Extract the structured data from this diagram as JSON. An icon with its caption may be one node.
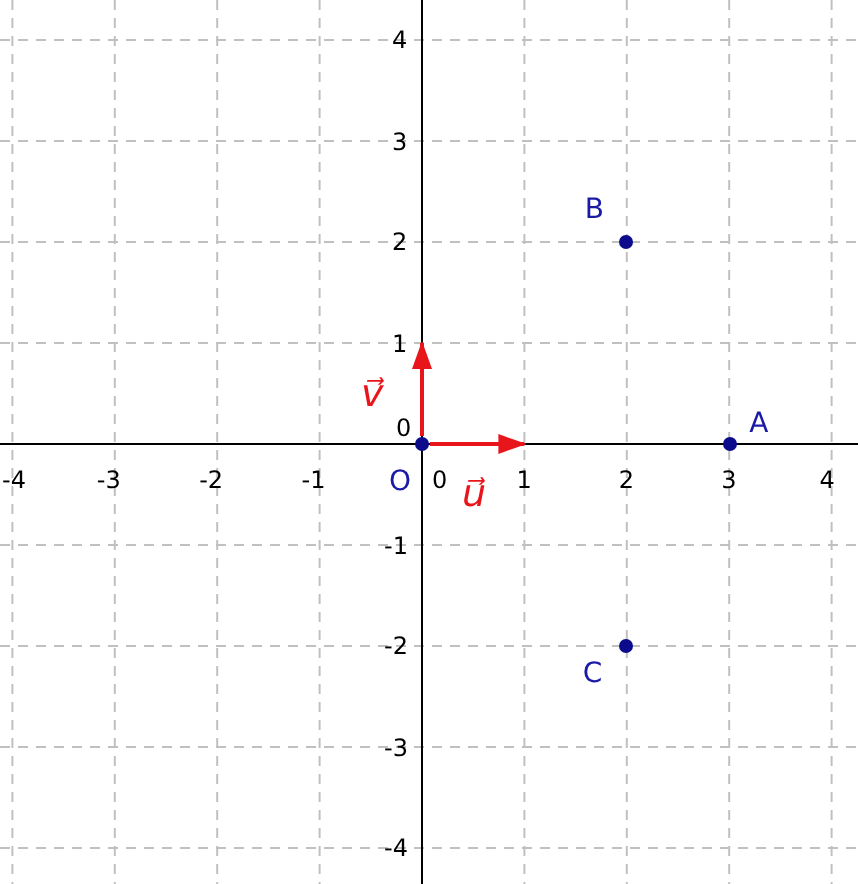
{
  "diagram": {
    "nodes": [
      {
        "text": [
          "O"
        ]
      },
      {
        "text": [
          "A"
        ]
      },
      {
        "text": [
          "B"
        ]
      },
      {
        "text": [
          "C"
        ]
      }
    ],
    "labels": [
      "4",
      "3",
      "2",
      "1",
      "v⃗",
      "0",
      "-4",
      "-3",
      "-2",
      "-1",
      "0",
      "1",
      "2",
      "3",
      "4",
      "u⃗",
      "-1",
      "-2",
      "-3",
      "-4"
    ]
  }
}
